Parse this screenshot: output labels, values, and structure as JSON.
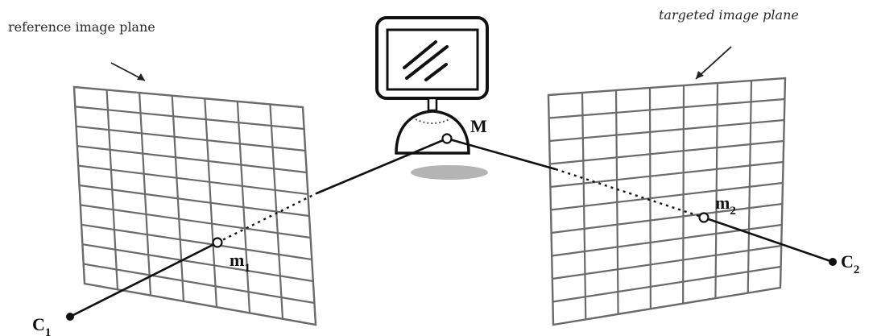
{
  "labels": {
    "reference_plane": "reference image plane",
    "targeted_plane": "targeted image plane",
    "point_M": "M",
    "point_m1_main": "m",
    "point_m1_sub": "1",
    "point_m2_main": "m",
    "point_m2_sub": "2",
    "camera_C1_main": "C",
    "camera_C1_sub": "1",
    "camera_C2_main": "C",
    "camera_C2_sub": "2"
  },
  "icons": {
    "object": "monitor-on-dome-icon"
  },
  "colors": {
    "grid": "#6a6a6a",
    "ray": "#111111",
    "shadow": "#b4b4b4"
  }
}
